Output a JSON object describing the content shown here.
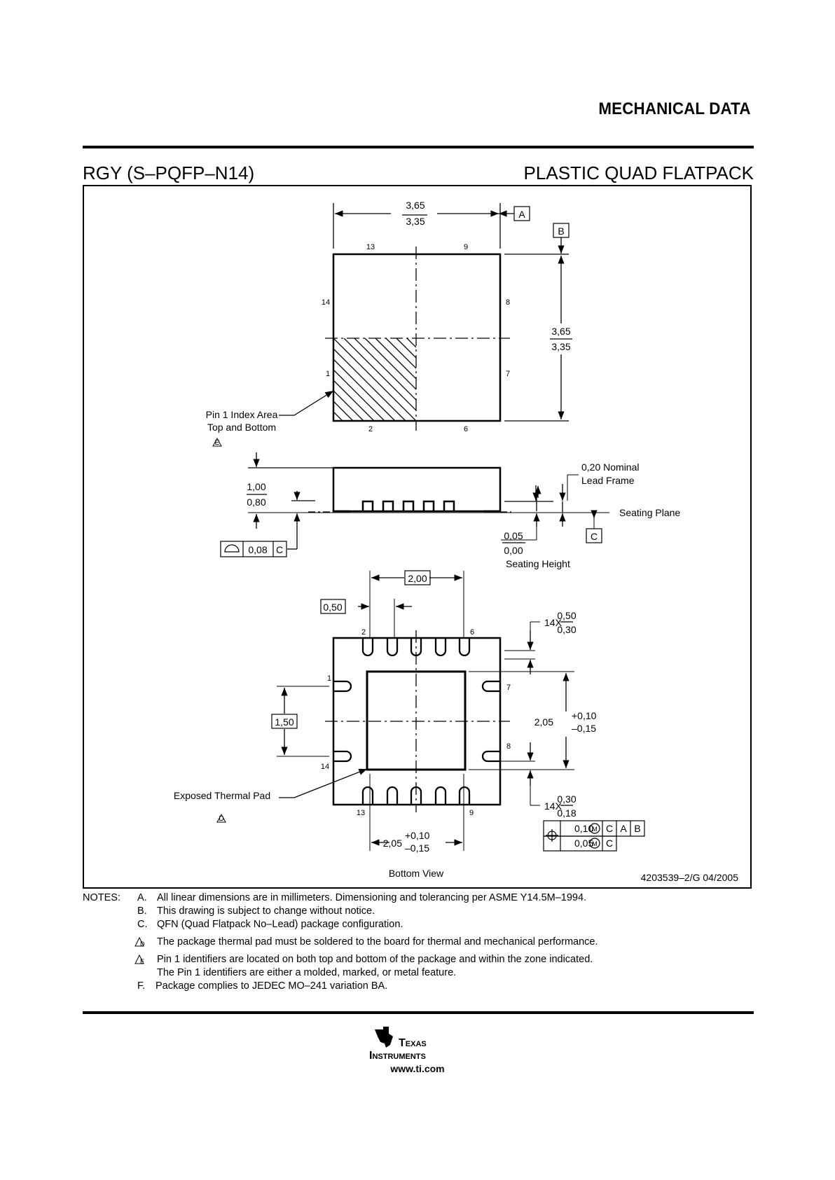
{
  "header": {
    "title": "MECHANICAL DATA"
  },
  "package": {
    "name": "RGY (S–PQFP–N14)",
    "type": "PLASTIC QUAD FLATPACK"
  },
  "drawing": {
    "top_view": {
      "width_max": "3,65",
      "width_min": "3,35",
      "datum_a": "A",
      "datum_b": "B",
      "height_max": "3,65",
      "height_min": "3,35",
      "pins": {
        "p13": "13",
        "p9": "9",
        "p14": "14",
        "p8": "8",
        "p1": "1",
        "p7": "7",
        "p2": "2",
        "p6": "6"
      },
      "pin1_label_line1": "Pin 1 Index Area",
      "pin1_label_line2": "Top and Bottom",
      "pin1_note_ref": "E"
    },
    "side_view": {
      "thick_max": "1,00",
      "thick_min": "0,80",
      "lead_frame_line1": "0,20 Nominal",
      "lead_frame_line2": "Lead Frame",
      "seating_plane": "Seating Plane",
      "datum_c": "C",
      "standoff_max": "0,05",
      "standoff_min": "0,00",
      "seating_height": "Seating Height",
      "coplanarity": "0,08",
      "coplanarity_datum": "C"
    },
    "bottom_view": {
      "span": "2,00",
      "pitch": "0,50",
      "lead_count_w": "14X",
      "lead_w_max": "0,50",
      "lead_w_min": "0,30",
      "pin_span": "1,50",
      "pad_h_nom": "2,05",
      "pad_h_plus": "+0,10",
      "pad_h_minus": "–0,15",
      "lead_count_l": "14X",
      "lead_l_max": "0,30",
      "lead_l_min": "0,18",
      "pad_w_nom": "2,05",
      "pad_w_plus": "+0,10",
      "pad_w_minus": "–0,15",
      "fcf1_tol": "0,10",
      "fcf1_mod": "M",
      "fcf1_d1": "C",
      "fcf1_d2": "A",
      "fcf1_d3": "B",
      "fcf2_tol": "0,05",
      "fcf2_mod": "M",
      "fcf2_d1": "C",
      "pad_label": "Exposed Thermal Pad",
      "pad_note_ref": "D",
      "pins": {
        "p2": "2",
        "p6": "6",
        "p1": "1",
        "p7": "7",
        "p14": "14",
        "p8": "8",
        "p13": "13",
        "p9": "9"
      },
      "caption": "Bottom View"
    },
    "doc_number": "4203539–2/G   04/2005"
  },
  "notes": {
    "label": "NOTES:",
    "items": [
      {
        "letter": "A.",
        "text": "All linear dimensions are in millimeters.  Dimensioning and tolerancing per ASME Y14.5M–1994."
      },
      {
        "letter": "B.",
        "text": "This drawing is subject to change without notice."
      },
      {
        "letter": "C.",
        "text": "QFN (Quad Flatpack No–Lead) package configuration."
      },
      {
        "letter": "D",
        "text": "The package thermal pad must be soldered to the board for thermal and mechanical performance."
      },
      {
        "letter": "E",
        "text": "Pin 1 identifiers are located on both top and bottom of the package and within the zone indicated."
      },
      {
        "letter": "",
        "text": "The Pin 1 identifiers are either a molded, marked, or metal feature."
      },
      {
        "letter": "F.",
        "text": "Package complies to JEDEC MO–241 variation BA."
      }
    ]
  },
  "footer": {
    "logo_line1": "Texas",
    "logo_line2": "Instruments",
    "url": "www.ti.com"
  }
}
